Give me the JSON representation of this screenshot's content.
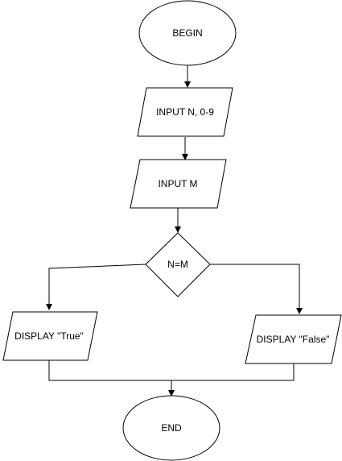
{
  "nodes": {
    "begin": {
      "label": "BEGIN"
    },
    "input_n": {
      "label": "INPUT N, 0-9"
    },
    "input_m": {
      "label": "INPUT M"
    },
    "decision": {
      "label": "N=M"
    },
    "display_true": {
      "label": "DISPLAY \"True\""
    },
    "display_false": {
      "label": "DISPLAY \"False\""
    },
    "end": {
      "label": "END"
    }
  }
}
